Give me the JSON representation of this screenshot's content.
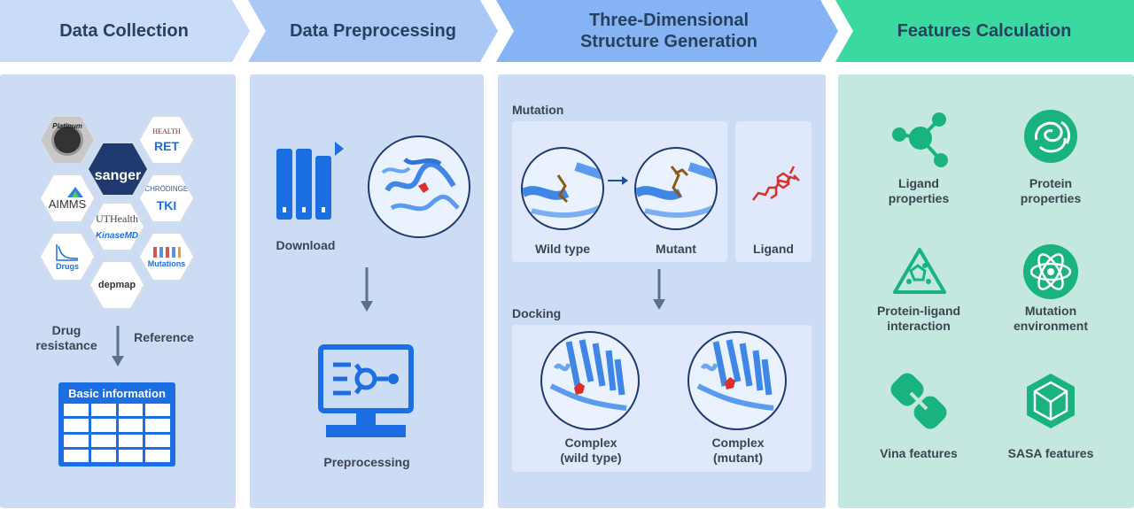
{
  "stages": [
    {
      "title": "Data Collection"
    },
    {
      "title": "Data Preprocessing"
    },
    {
      "title_line1": "Three-Dimensional",
      "title_line2": "Structure Generation"
    },
    {
      "title": "Features Calculation"
    }
  ],
  "collection": {
    "sources": {
      "platinum": "Platinum",
      "sanger": "sanger",
      "health": "HEALTH",
      "ret": "RET",
      "aimms": "AIMMS",
      "schrodinger": "SCHRÖDINGER",
      "tki": "TKI",
      "uthealth": "UTHealth",
      "kinasemd": "KinaseMD",
      "drugs": "Drugs",
      "mutations": "Mutations",
      "depmap": "depmap"
    },
    "drug_resistance_line1": "Drug",
    "drug_resistance_line2": "resistance",
    "reference": "Reference",
    "table_title": "Basic information"
  },
  "preprocessing": {
    "download": "Download",
    "preprocessing": "Preprocessing"
  },
  "structure": {
    "mutation": "Mutation",
    "wild_type": "Wild type",
    "mutant": "Mutant",
    "ligand": "Ligand",
    "docking": "Docking",
    "complex_wt_line1": "Complex",
    "complex_wt_line2": "(wild type)",
    "complex_mut_line1": "Complex",
    "complex_mut_line2": "(mutant)"
  },
  "features": {
    "ligand_line1": "Ligand",
    "ligand_line2": "properties",
    "protein_line1": "Protein",
    "protein_line2": "properties",
    "pli_line1": "Protein-ligand",
    "pli_line2": "interaction",
    "mutenv_line1": "Mutation",
    "mutenv_line2": "environment",
    "vina": "Vina features",
    "sasa": "SASA features"
  },
  "colors": {
    "chevron1": "#c9dcf7",
    "chevron2": "#a9c8f6",
    "chevron3": "#86b3f4",
    "chevron4": "#39d9a0",
    "panel_blue": "#ccdcf4",
    "panel_green": "#c4e8df",
    "icon_blue": "#1b6fe2",
    "icon_green": "#19b380"
  }
}
